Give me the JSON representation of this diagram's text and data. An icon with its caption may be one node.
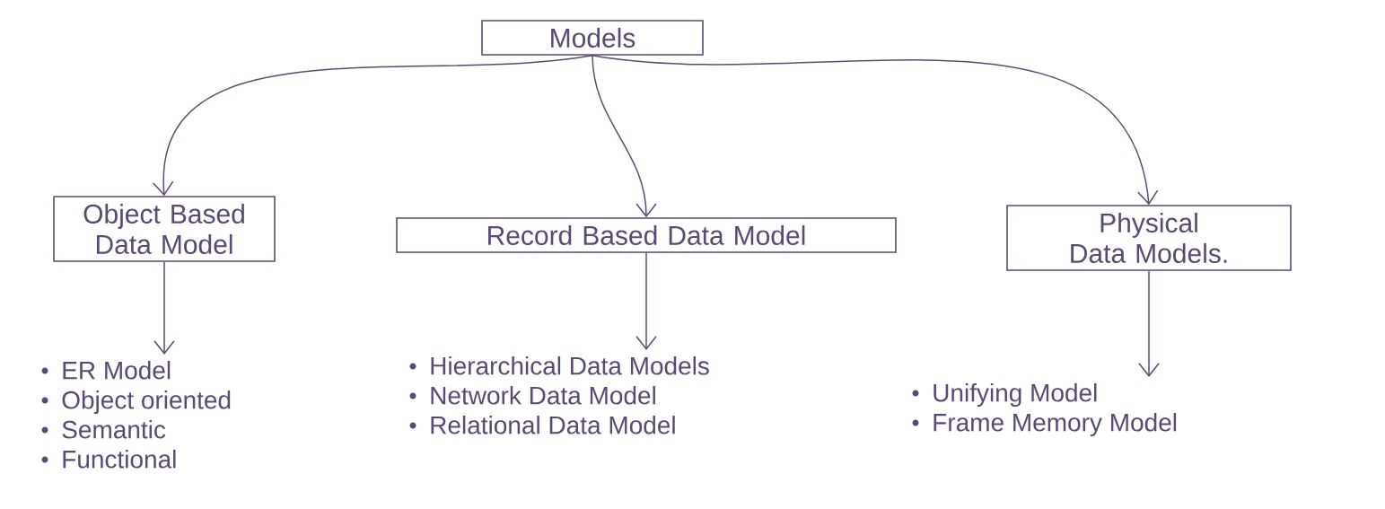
{
  "diagram": {
    "nodes": [
      {
        "text": [
          "Models"
        ]
      },
      {
        "text": [
          "Object Based Data Model"
        ]
      },
      {
        "text": [
          "Record Based Data Model"
        ]
      },
      {
        "text": [
          "Physical Data Models."
        ]
      },
      {
        "text": [
          "ER Model",
          "Object oriented",
          "Semantic",
          "Functional"
        ]
      },
      {
        "text": [
          "Hierarchical Data Models",
          "Network Data Model",
          "Relational Data Model"
        ]
      },
      {
        "text": [
          "Unifying Model",
          "Frame Memory Model"
        ]
      }
    ],
    "edges": [
      {
        "from": 0,
        "to": 1,
        "arrow": "to"
      },
      {
        "from": 0,
        "to": 2,
        "arrow": "to"
      },
      {
        "from": 0,
        "to": 3,
        "arrow": "to"
      },
      {
        "from": 1,
        "to": 4,
        "arrow": "to"
      },
      {
        "from": 2,
        "to": 5,
        "arrow": "to"
      },
      {
        "from": 3,
        "to": 6,
        "arrow": "to"
      }
    ]
  }
}
